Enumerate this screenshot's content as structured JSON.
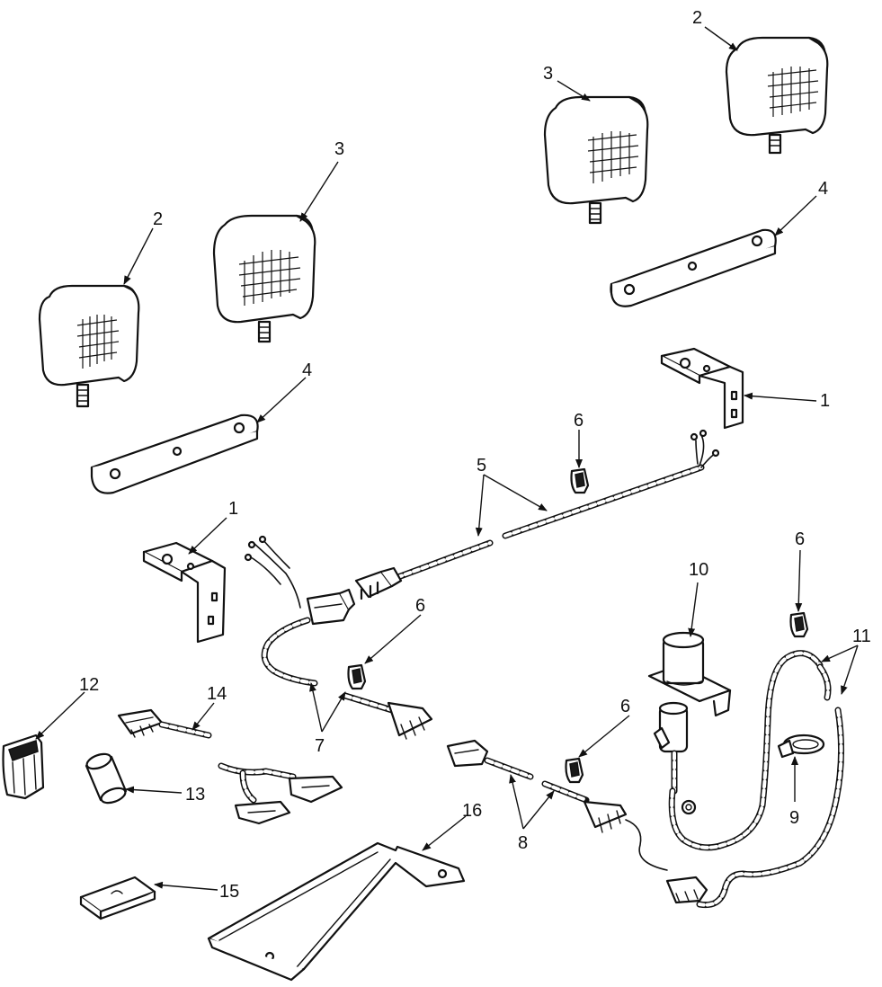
{
  "callouts": {
    "c1a": "1",
    "c1b": "1",
    "c2a": "2",
    "c2b": "2",
    "c3a": "3",
    "c3b": "3",
    "c4a": "4",
    "c4b": "4",
    "c5": "5",
    "c6a": "6",
    "c6b": "6",
    "c6c": "6",
    "c6d": "6",
    "c7": "7",
    "c8": "8",
    "c9": "9",
    "c10": "10",
    "c11": "11",
    "c12": "12",
    "c13": "13",
    "c14": "14",
    "c15": "15",
    "c16": "16"
  },
  "colors": {
    "ink": "#111111",
    "paper": "#ffffff"
  }
}
